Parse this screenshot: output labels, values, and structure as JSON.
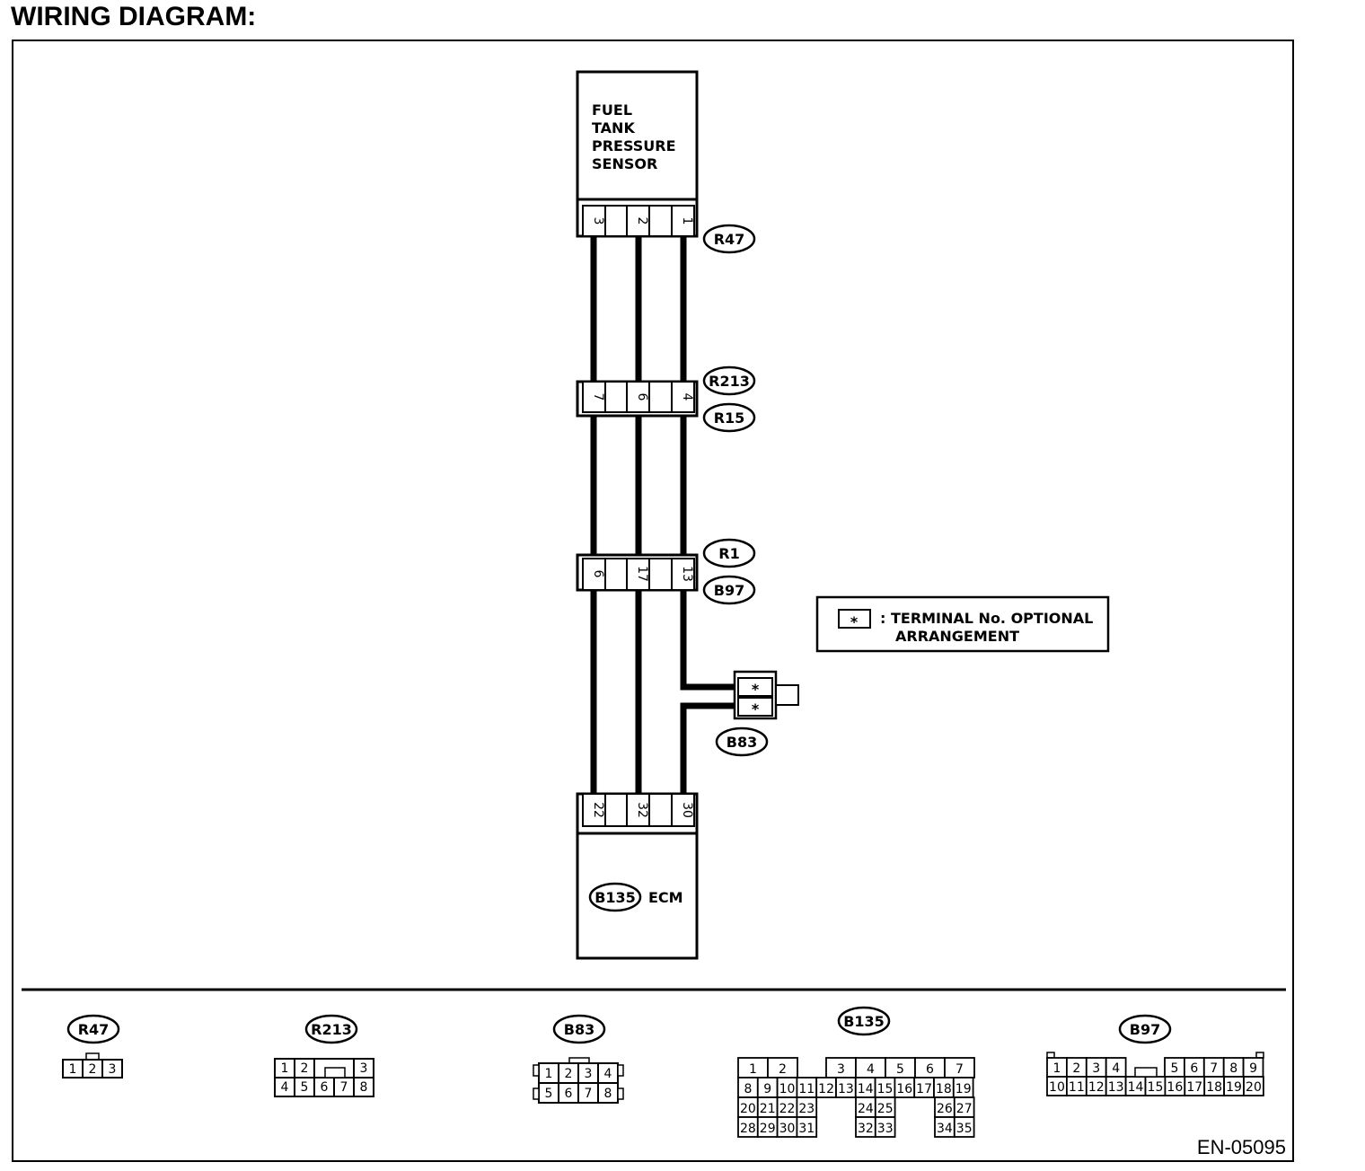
{
  "title": "WIRING DIAGRAM:",
  "code": "EN-05095",
  "note": {
    "symbol": "*",
    "line1": ": TERMINAL No. OPTIONAL",
    "line2": "ARRANGEMENT"
  },
  "sensor": {
    "lines": [
      "FUEL",
      "TANK",
      "PRESSURE",
      "SENSOR"
    ],
    "connector": "R47",
    "pins": [
      "3",
      "2",
      "1"
    ]
  },
  "junction1": {
    "connectors": [
      "R213",
      "R15"
    ],
    "pins": [
      "7",
      "6",
      "4"
    ]
  },
  "junction2": {
    "connectors": [
      "R1",
      "B97"
    ],
    "pins": [
      "6",
      "17",
      "13"
    ]
  },
  "b83": {
    "connector": "B83",
    "pins": [
      "*",
      "*"
    ]
  },
  "ecm": {
    "label": "ECM",
    "connector": "B135",
    "pins": [
      "22",
      "32",
      "30"
    ]
  },
  "connector_views": {
    "r47": {
      "name": "R47",
      "pins": [
        "1",
        "2",
        "3"
      ]
    },
    "r213": {
      "name": "R213",
      "top": [
        "1",
        "2",
        "3"
      ],
      "bottom": [
        "4",
        "5",
        "6",
        "7",
        "8"
      ]
    },
    "b83": {
      "name": "B83",
      "top": [
        "1",
        "2",
        "3",
        "4"
      ],
      "bottom": [
        "5",
        "6",
        "7",
        "8"
      ]
    },
    "b135": {
      "name": "B135",
      "row1": [
        "1",
        "2",
        "3",
        "4",
        "5",
        "6",
        "7"
      ],
      "row2": [
        "8",
        "9",
        "10",
        "11",
        "12",
        "13",
        "14",
        "15",
        "16",
        "17",
        "18",
        "19"
      ],
      "row3a": [
        "20",
        "21",
        "22",
        "23"
      ],
      "row3b": [
        "24",
        "25"
      ],
      "row3c": [
        "26",
        "27"
      ],
      "row4a": [
        "28",
        "29",
        "30",
        "31"
      ],
      "row4b": [
        "32",
        "33"
      ],
      "row4c": [
        "34",
        "35"
      ]
    },
    "b97": {
      "name": "B97",
      "top_left": [
        "1",
        "2",
        "3",
        "4"
      ],
      "top_right": [
        "5",
        "6",
        "7",
        "8",
        "9"
      ],
      "bottom": [
        "10",
        "11",
        "12",
        "13",
        "14",
        "15",
        "16",
        "17",
        "18",
        "19",
        "20"
      ]
    }
  }
}
